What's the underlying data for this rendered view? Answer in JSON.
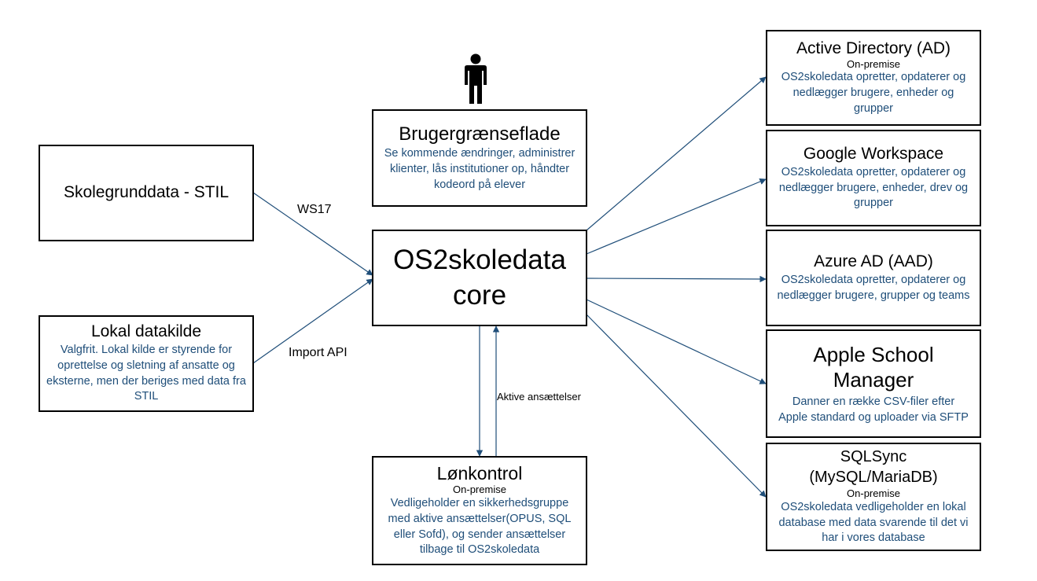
{
  "diagram": {
    "person_icon": "person-icon",
    "sources": {
      "stil": {
        "title": "Skolegrunddata - STIL"
      },
      "lokal": {
        "title": "Lokal datakilde",
        "desc": "Valgfrit. Lokal kilde er styrende for oprettelse og sletning af ansatte og eksterne, men der beriges med data fra STIL"
      }
    },
    "ui": {
      "title": "Brugergrænseflade",
      "desc": "Se kommende ændringer, administrer klienter, lås institutioner op, håndter kodeord på elever"
    },
    "core": {
      "title": "OS2skoledata core"
    },
    "lonkontrol": {
      "title": "Lønkontrol",
      "note": "On-premise",
      "desc": "Vedligeholder en sikkerhedsgruppe med aktive ansættelser(OPUS, SQL eller Sofd), og sender ansættelser tilbage til OS2skoledata"
    },
    "labels": {
      "ws17": "WS17",
      "import_api": "Import API",
      "aktive": "Aktive ansættelser"
    },
    "targets": {
      "ad": {
        "title": "Active Directory (AD)",
        "note": "On-premise",
        "desc": "OS2skoledata opretter, opdaterer og nedlægger brugere, enheder og grupper"
      },
      "google": {
        "title": "Google Workspace",
        "desc": "OS2skoledata opretter, opdaterer og nedlægger brugere, enheder, drev og grupper"
      },
      "azure": {
        "title": "Azure AD (AAD)",
        "desc": "OS2skoledata opretter, opdaterer og nedlægger brugere, grupper og teams"
      },
      "apple": {
        "title": "Apple School Manager",
        "desc": "Danner en række CSV-filer efter Apple standard og uploader via SFTP"
      },
      "sqlsync": {
        "title": "SQLSync (MySQL/MariaDB)",
        "note": "On-premise",
        "desc": "OS2skoledata vedligeholder en lokal database med data svarende til det vi har i vores database"
      }
    },
    "colors": {
      "arrow": "#1f4e79",
      "desc_text": "#1f4e79",
      "border": "#000000"
    }
  }
}
